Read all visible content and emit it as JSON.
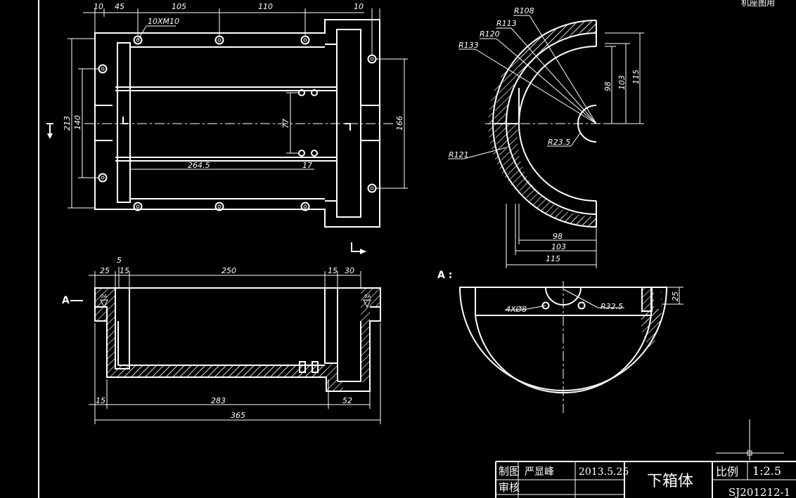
{
  "corner_note": "机座图用",
  "top_view": {
    "dims_top": [
      "10",
      "45",
      "105",
      "110",
      "10"
    ],
    "thread_note": "10XM10",
    "dims_left": [
      "213",
      "140"
    ],
    "dim_77": "77",
    "dim_166": "166",
    "dim_264": "264.5",
    "dim_17": "17"
  },
  "front_view": {
    "section_label": "A",
    "dims_top": [
      "25",
      "5",
      "15",
      "250",
      "15",
      "30"
    ],
    "dims_bottom": [
      "15",
      "283",
      "52",
      "365"
    ],
    "weld_marks": [
      "0A",
      "0A"
    ]
  },
  "side_view": {
    "radii": [
      "R108",
      "R113",
      "R120",
      "R133",
      "R121",
      "R23.5"
    ],
    "dims_right": [
      "98",
      "103",
      "115"
    ],
    "dims_bottom": [
      "98",
      "103",
      "115"
    ]
  },
  "view_a": {
    "label": "A :",
    "hole_note": "4XØ8",
    "radius_note": "R32.5",
    "dim_25": "25"
  },
  "title_block": {
    "drawn_label": "制图",
    "drawn_name": "严显峰",
    "date": "2013.5.25",
    "checked_label": "审核",
    "part_name": "下箱体",
    "scale_label": "比例",
    "scale_value": "1:2.5",
    "drawing_no": "SJ201212-1"
  }
}
